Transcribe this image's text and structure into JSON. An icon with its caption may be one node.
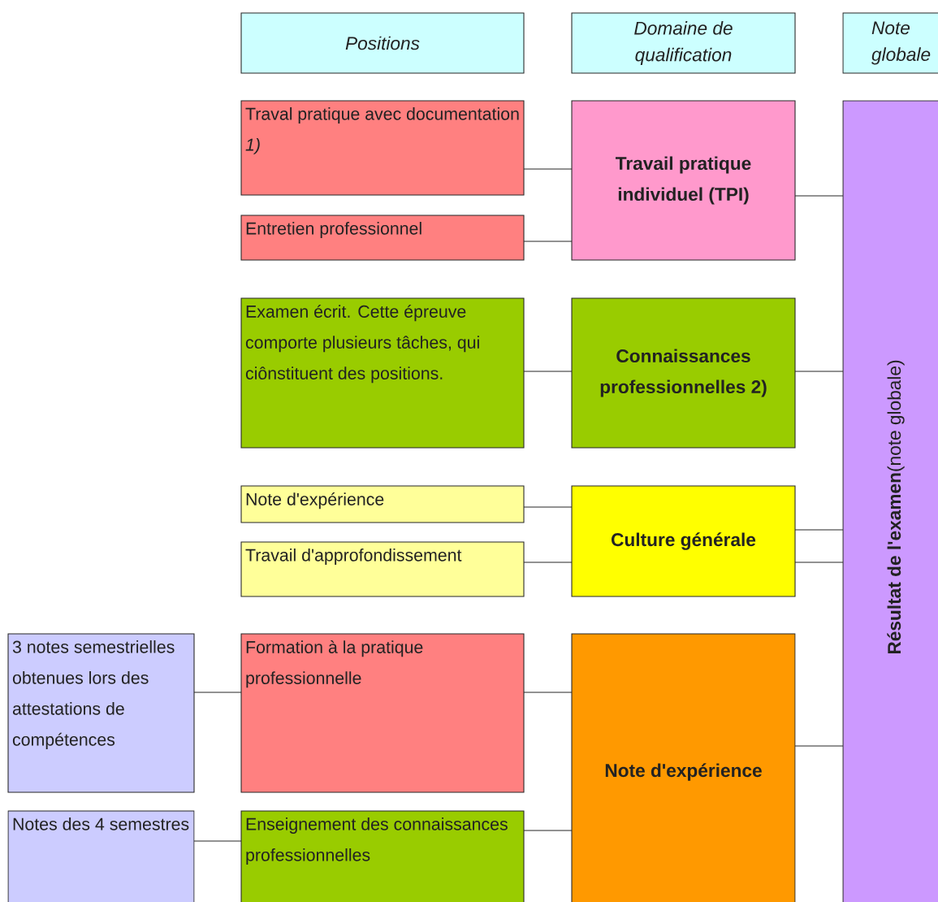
{
  "diagram": {
    "nodes": [
      {
        "text": [
          "Positions"
        ]
      },
      {
        "text": [
          "Domaine de qualification"
        ]
      },
      {
        "text": [
          "Note globale"
        ]
      },
      {
        "text": [
          "Traval pratique avec documentation *1)*"
        ]
      },
      {
        "text": [
          "Entretien professionnel"
        ]
      },
      {
        "text": [
          "Travail pratique individuel (TPI)"
        ]
      },
      {
        "text": [
          "**Résultat de l'examen**(note globale)"
        ]
      },
      {
        "text": [
          "Examen écrit. Cette épreuve comporte plusieurs tâches, qui ciônstituent des positions."
        ]
      },
      {
        "text": [
          "Connaissances professionnelles 2)"
        ]
      },
      {
        "text": [
          "Note d'expérience"
        ]
      },
      {
        "text": [
          "Travail d'approfondissement"
        ]
      },
      {
        "text": [
          "Culture générale"
        ]
      },
      {
        "text": [
          "3 notes semestrielles obtenues lors des attestations de compétences"
        ]
      },
      {
        "text": [
          "Formation à la pratique professionnelle"
        ]
      },
      {
        "text": [
          "Note d'expérience"
        ]
      },
      {
        "text": [
          "Notes des 4 semestres"
        ]
      },
      {
        "text": [
          "Enseignement des connaissances professionnelles"
        ]
      }
    ],
    "edges": [
      {
        "from": 3,
        "to": 5,
        "arrow": "none"
      },
      {
        "from": 4,
        "to": 5,
        "arrow": "none"
      },
      {
        "from": 5,
        "to": 6,
        "arrow": "none"
      },
      {
        "from": 7,
        "to": 8,
        "arrow": "none"
      },
      {
        "from": 8,
        "to": 6,
        "arrow": "none"
      },
      {
        "from": 9,
        "to": 11,
        "arrow": "none"
      },
      {
        "from": 10,
        "to": 11,
        "arrow": "none"
      },
      {
        "from": 11,
        "to": 6,
        "arrow": "none"
      },
      {
        "from": 11,
        "to": 6,
        "arrow": "none"
      },
      {
        "from": 12,
        "to": 13,
        "arrow": "none"
      },
      {
        "from": 13,
        "to": 14,
        "arrow": "none"
      },
      {
        "from": 15,
        "to": 16,
        "arrow": "none"
      },
      {
        "from": 16,
        "to": 14,
        "arrow": "none"
      },
      {
        "from": 14,
        "to": 6,
        "arrow": "none"
      }
    ]
  }
}
